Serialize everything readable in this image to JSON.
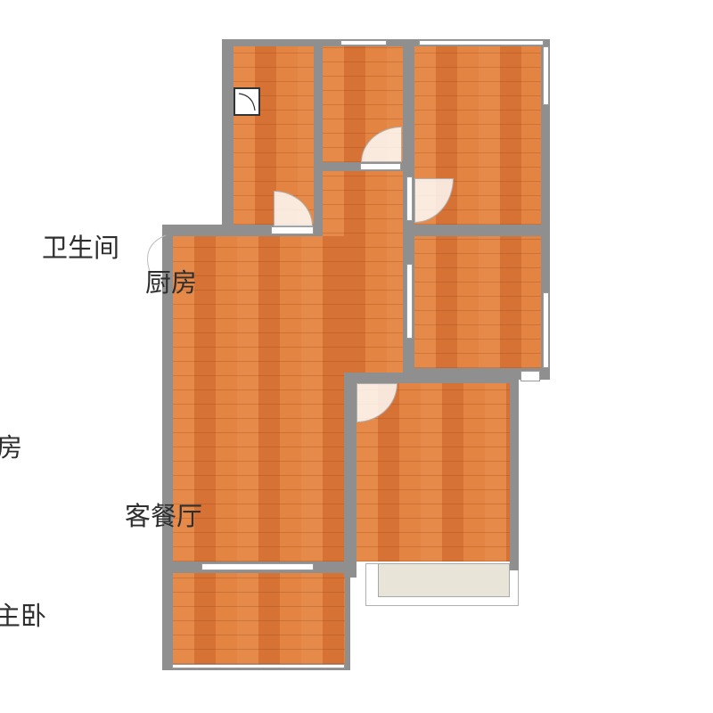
{
  "labels": {
    "bathroom": "卫生间",
    "kitchen": "厨房",
    "living_dining": "客餐厅",
    "partial_room": "房",
    "partial_master": "主卧",
    "partial_edge": "、"
  },
  "colors": {
    "floor": "#e07a3a",
    "wall": "#8f8f8f",
    "balcony": "#e8e4d8",
    "text": "#2e2e2e"
  }
}
